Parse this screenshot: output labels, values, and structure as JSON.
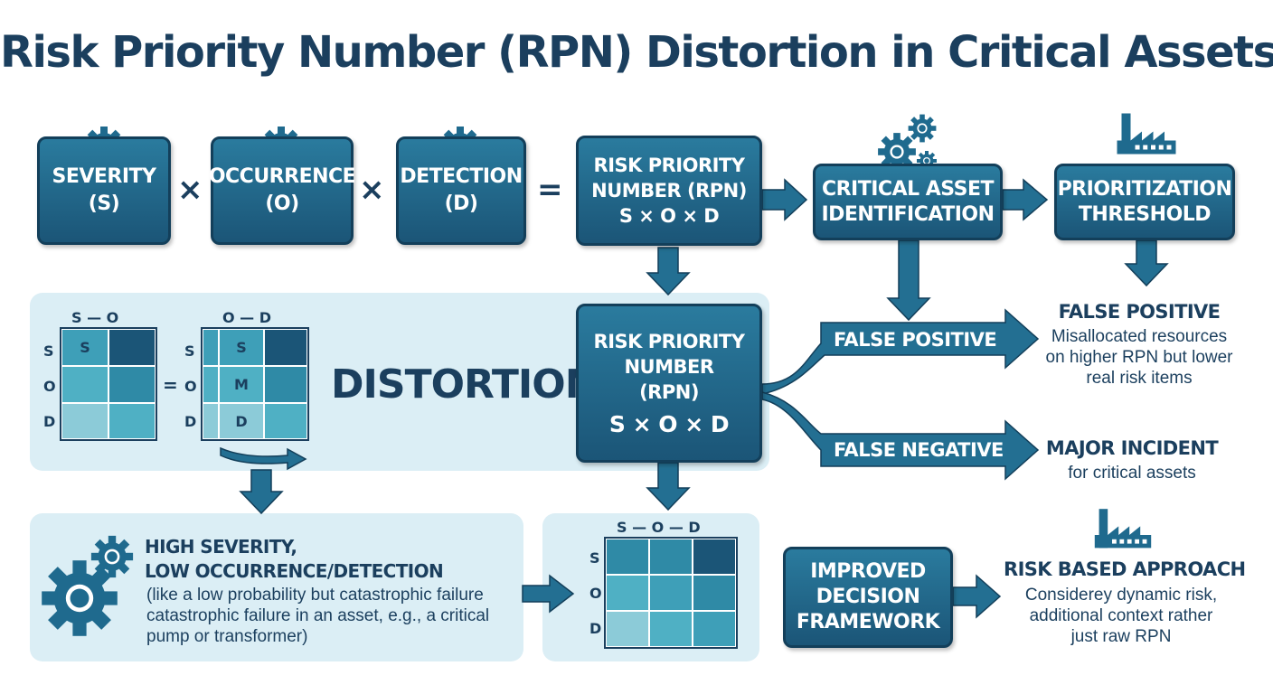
{
  "title": "Risk Priority Number (RPN) Distortion in Critical Assets",
  "inputs": {
    "severity": {
      "line1": "SEVERITY",
      "line2": "(S)"
    },
    "occurrence": {
      "line1": "OCCURRENCE",
      "line2": "(O)"
    },
    "detection": {
      "line1": "DETECTION",
      "line2": "(D)"
    },
    "times": "×",
    "equals": "="
  },
  "rpn_top": {
    "line1": "RISK PRIORITY",
    "line2": "NUMBER (RPN)",
    "formula": "S × O × D"
  },
  "critical_asset": {
    "line1": "CRITICAL ASSET",
    "line2": "IDENTIFICATION"
  },
  "prioritization": {
    "line1": "PRIORITIZATION",
    "line2": "THRESHOLD"
  },
  "distortion_panel": {
    "label": "DISTORTION",
    "matrix_left": {
      "col_header": "S — O",
      "rows": [
        "S",
        "O",
        "D"
      ],
      "cell": "S"
    },
    "equals": "=",
    "matrix_right": {
      "col_header": "O — D",
      "rows": [
        "S",
        "O",
        "D"
      ],
      "cells": [
        "S",
        "M",
        "D"
      ]
    }
  },
  "rpn_center": {
    "line1": "RISK PRIORITY",
    "line2": "NUMBER",
    "line3": "(RPN)",
    "formula": "S × O × D"
  },
  "false_positive_arrow": "FALSE POSITIVE",
  "false_negative_arrow": "FALSE NEGATIVE",
  "false_positive_outcome": {
    "heading": "FALSE POSITIVE",
    "text": [
      "Misallocated resources",
      "on higher RPN but lower",
      "real risk items"
    ]
  },
  "major_incident": {
    "heading": "MAJOR INCIDENT",
    "text": "for critical assets"
  },
  "high_severity": {
    "heading1": "HIGH SEVERITY,",
    "heading2": "LOW OCCURRENCE/DETECTION",
    "text": [
      "(like a low probability but catastrophic failure",
      "catastrophic failure in an asset, e.g., a critical",
      "pump or transformer)"
    ]
  },
  "bottom_matrix": {
    "col_header": "S — O — D",
    "rows": [
      "S",
      "O",
      "D"
    ]
  },
  "improved": {
    "line1": "IMPROVED",
    "line2": "DECISION",
    "line3": "FRAMEWORK"
  },
  "risk_based": {
    "heading": "RISK BASED APPROACH",
    "text": [
      "Considerey dynamic risk,",
      "additional context rather",
      "just raw RPN"
    ]
  },
  "colors": {
    "navy": "#1b3f5e",
    "box": "#1f6588",
    "panel": "#dbeef5",
    "arrow": "#236f92"
  },
  "icons": [
    "gear-icon",
    "factory-icon"
  ]
}
